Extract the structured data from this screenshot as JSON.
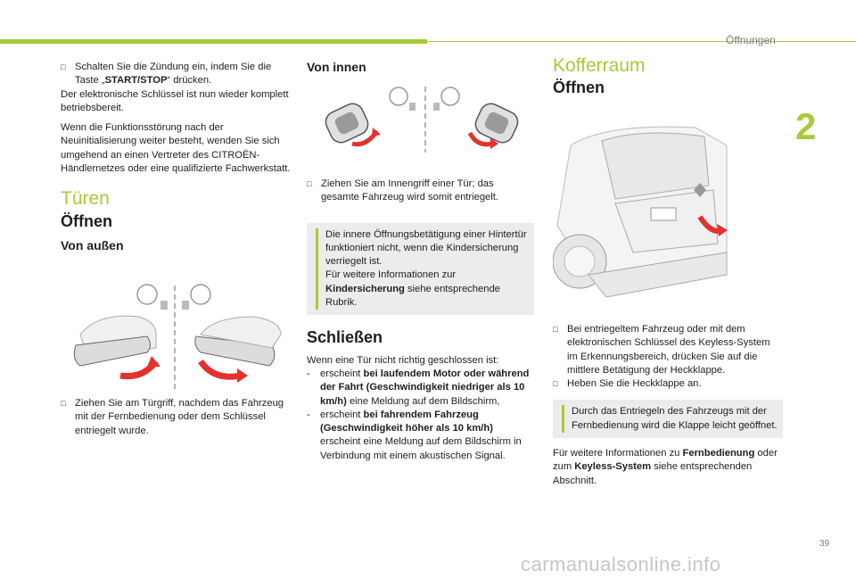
{
  "header": {
    "section_label": "Öffnungen",
    "chapter_number": "2",
    "page_number": "39",
    "watermark": "carmanualsonline.info"
  },
  "col1": {
    "bullet1": "Schalten Sie die Zündung ein, indem Sie die Taste „",
    "bullet1_bold": "START/STOP",
    "bullet1_end": "“ drücken.",
    "para1": "Der elektronische Schlüssel ist nun wieder komplett betriebsbereit.",
    "para2": "Wenn die Funktionsstörung nach der Neuinitialisierung weiter besteht, wenden Sie sich umgehend an einen Vertreter des CITROËN-Händlernetzes oder eine qualifizierte Fachwerkstatt.",
    "title_doors": "Türen",
    "heading_open": "Öffnen",
    "sub_outside": "Von außen",
    "bullet_outside": "Ziehen Sie am Türgriff, nachdem das Fahrzeug mit der Fernbedienung oder dem Schlüssel entriegelt wurde."
  },
  "col2": {
    "sub_inside": "Von innen",
    "bullet_inside": "Ziehen Sie am Innengriff einer Tür; das gesamte Fahrzeug wird somit entriegelt.",
    "note_text": "Die innere Öffnungsbetätigung einer Hintertür funktioniert nicht, wenn die Kindersicherung verriegelt ist.",
    "note_ref_pre": "Für weitere Informationen zur",
    "note_ref_bold": "Kindersicherung",
    "note_ref_post": " siehe entsprechende Rubrik.",
    "heading_close": "Schließen",
    "close_intro": "Wenn eine Tür nicht richtig geschlossen ist:",
    "dash1_pre": "erscheint ",
    "dash1_bold": "bei laufendem Motor oder während der Fahrt (Geschwindigkeit niedriger als 10 km/h)",
    "dash1_post": " eine Meldung auf dem Bildschirm,",
    "dash2_pre": "erscheint ",
    "dash2_bold": "bei fahrendem Fahrzeug (Geschwindigkeit höher als 10 km/h)",
    "dash2_post": " erscheint eine Meldung auf dem Bildschirm in Verbindung mit einem akustischen Signal."
  },
  "col3": {
    "title_trunk": "Kofferraum",
    "heading_open": "Öffnen",
    "bullet1": "Bei entriegeltem Fahrzeug oder mit dem elektronischen Schlüssel des Keyless-System im Erkennungsbereich, drücken Sie auf die mittlere Betätigung der Heckklappe.",
    "bullet2": "Heben Sie die Heckklappe an.",
    "note_text": "Durch das Entriegeln des Fahrzeugs mit der Fernbedienung wird die Klappe leicht geöffnet.",
    "ref_pre": "Für weitere Informationen zu ",
    "ref_bold1": "Fernbedienung",
    "ref_mid": " oder zum ",
    "ref_bold2": "Keyless-System",
    "ref_post": " siehe entsprechenden Abschnitt."
  },
  "icons": {
    "bullet": "checkbox-bullet-icon",
    "note": "info-icon"
  },
  "colors": {
    "accent": "#a6cb3a",
    "arrow": "#e3312d",
    "note_bg": "#ececec"
  }
}
